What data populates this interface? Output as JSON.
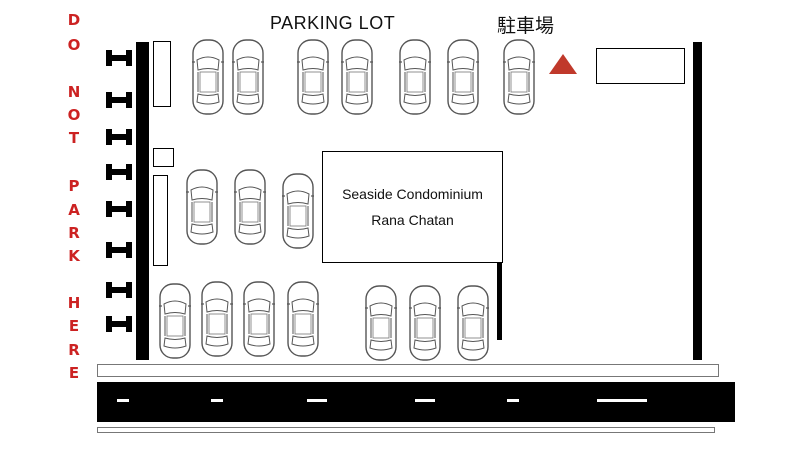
{
  "title": "PARKING LOT",
  "title_jp": "駐車場",
  "warning_letters": [
    "D",
    "O",
    "N",
    "O",
    "T",
    "P",
    "A",
    "R",
    "K",
    "H",
    "E",
    "R",
    "E"
  ],
  "building": {
    "line1": "Seaside Condominium",
    "line2": "Rana Chatan"
  },
  "colors": {
    "warning": "#cc2222",
    "marker": "#c0392b",
    "road": "#000000"
  },
  "icons": {
    "car": "car-top-view-icon",
    "marker": "triangle-marker-icon",
    "wheel_stop": "wheel-stop-icon"
  }
}
